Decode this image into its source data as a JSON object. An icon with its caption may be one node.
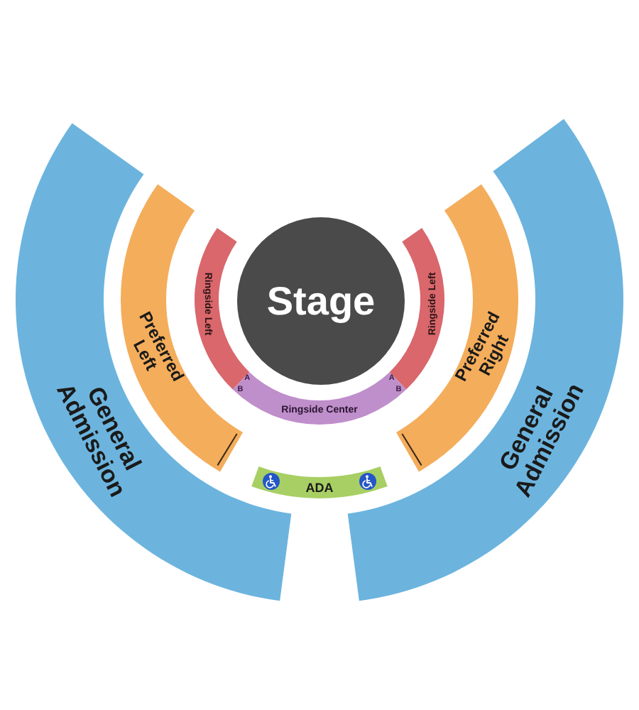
{
  "diagram": {
    "nodes": [
      {
        "text": [
          "General Admission"
        ]
      },
      {
        "text": [
          "Preferred Left"
        ]
      },
      {
        "text": [
          "Ringside Left"
        ]
      },
      {
        "text": [
          "Stage"
        ]
      },
      {
        "text": [
          "Ringside Left"
        ]
      },
      {
        "text": [
          "Preferred Right"
        ]
      },
      {
        "text": [
          "General Admission"
        ]
      },
      {
        "text": [
          "Ringside Center"
        ]
      },
      {
        "text": [
          "ADA"
        ]
      }
    ],
    "labels": [
      "A",
      "B",
      "A",
      "B"
    ]
  }
}
